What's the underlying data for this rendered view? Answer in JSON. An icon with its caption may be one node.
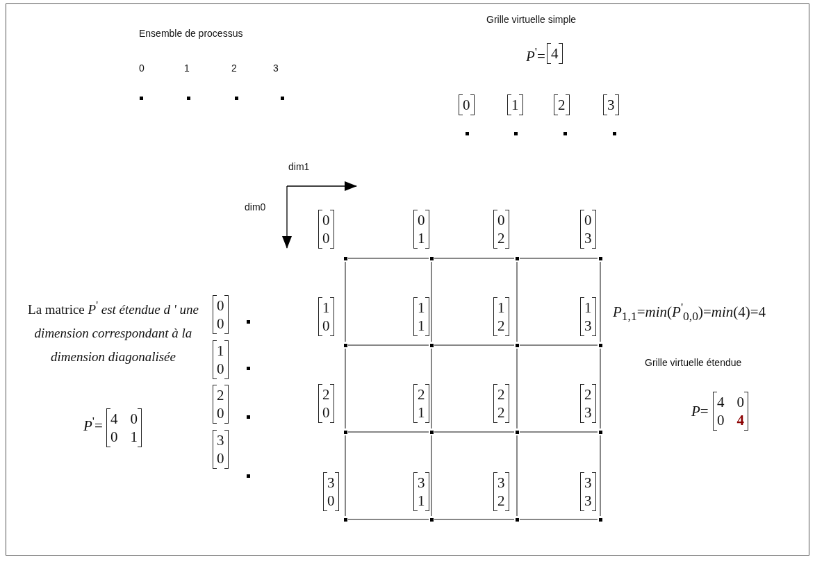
{
  "diagram": {
    "labels": [
      "Ensemble de processus",
      "0",
      "1",
      "2",
      "3",
      "Grille virtuelle simple",
      "*P*$^{'}$=",
      "4",
      "0",
      "1",
      "2",
      "3",
      "dim1",
      "dim0",
      "0 0",
      "0 1",
      "0 2",
      "0 3",
      "La matrice *P*$^{'}$ *est étendue d ' une dimension correspondant à la dimension diagonalisée*",
      "0 0",
      "1 0",
      "1 1",
      "1 2",
      "1 3",
      "*P*$_{1,1}$=*min*(*P*$^{'}$$_{0,0}$)=*min*(4)=4",
      "1 0",
      "Grille virtuelle étendue",
      "2 0",
      "2 0",
      "2 1",
      "2 2",
      "2 3",
      "*P*$^{'}$=",
      "4 0 0 1",
      "*P*=",
      "4 0 0 **4**",
      "3 0",
      "3 0",
      "3 1",
      "3 2",
      "3 3"
    ]
  }
}
